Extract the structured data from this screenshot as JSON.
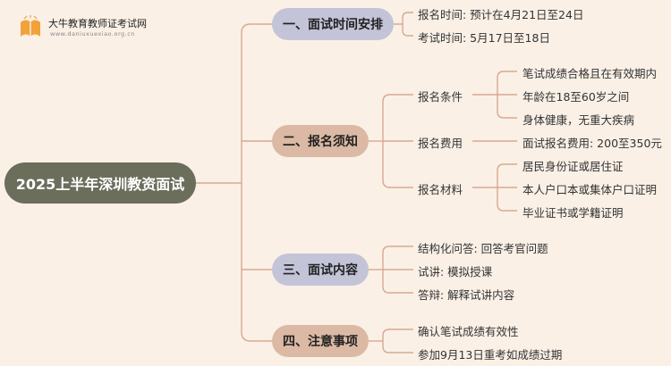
{
  "brand": {
    "name": "大牛教育教师证考试网",
    "url": "www.daniuxuexiao.org.cn"
  },
  "root": "2025上半年深圳教资面试",
  "sections": [
    {
      "label": "一、面试时间安排",
      "items": [
        "报名时间: 预计在4月21日至24日",
        "考试时间: 5月17日至18日"
      ]
    },
    {
      "label": "二、报名须知",
      "groups": [
        {
          "label": "报名条件",
          "items": [
            "笔试成绩合格且在有效期内",
            "年龄在18至60岁之间",
            "身体健康，无重大疾病"
          ]
        },
        {
          "label": "报名费用",
          "items": [
            "面试报名费用: 200至350元"
          ]
        },
        {
          "label": "报名材料",
          "items": [
            "居民身份证或居住证",
            "本人户口本或集体户口证明",
            "毕业证书或学籍证明"
          ]
        }
      ]
    },
    {
      "label": "三、面试内容",
      "items": [
        "结构化问答: 回答考官问题",
        "试讲: 模拟授课",
        "答辩: 解释试讲内容"
      ]
    },
    {
      "label": "四、注意事项",
      "items": [
        "确认笔试成绩有效性",
        "参加9月13日重考如成绩过期"
      ]
    }
  ],
  "colors": {
    "background": "#faf0e6",
    "root": "#6b6e5b",
    "section_a": "#c3c4d8",
    "section_b": "#dbb9a4",
    "line": "#d8a98f"
  }
}
